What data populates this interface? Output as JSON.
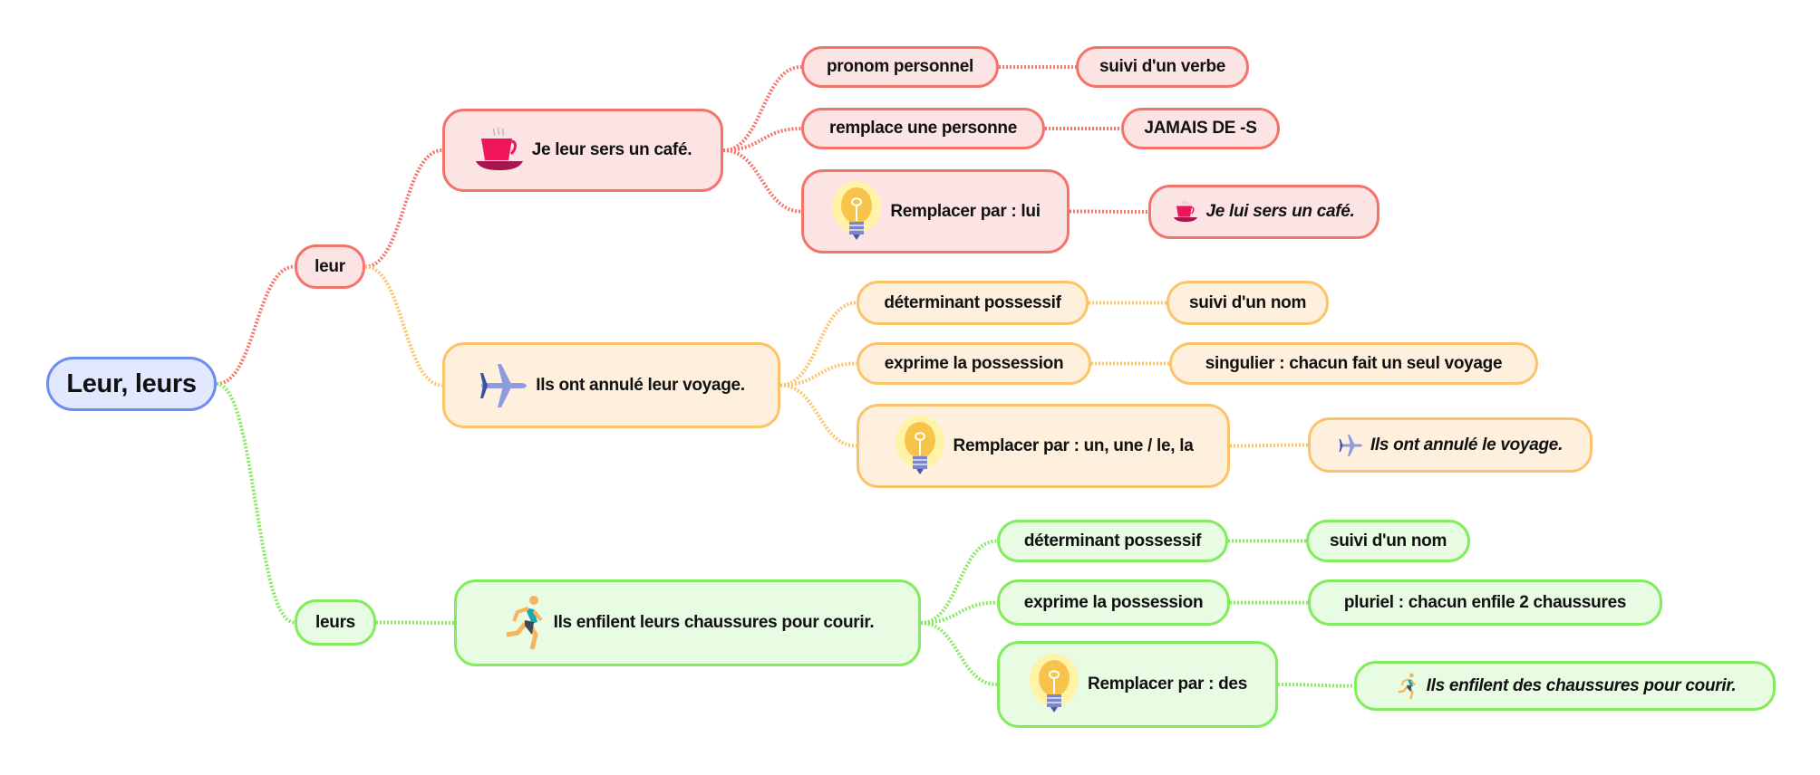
{
  "root": {
    "label": "Leur, leurs"
  },
  "leur": {
    "label": "leur",
    "pronoun": {
      "example": "Je leur sers un café.",
      "icon": "coffee-cup-icon",
      "items": [
        {
          "label": "pronom personnel",
          "detail": "suivi d'un verbe"
        },
        {
          "label": "remplace une personne",
          "detail": "JAMAIS DE -S"
        },
        {
          "label": "Remplacer par : lui",
          "detail": "Je lui sers un café.",
          "icon": "lightbulb-icon"
        }
      ]
    },
    "determiner": {
      "example": "Ils ont annulé leur voyage.",
      "icon": "airplane-icon",
      "items": [
        {
          "label": "déterminant possessif",
          "detail": "suivi d'un nom"
        },
        {
          "label": "exprime la possession",
          "detail": "singulier : chacun fait un seul voyage"
        },
        {
          "label": "Remplacer par : un, une / le, la",
          "detail": "Ils ont annulé le voyage.",
          "icon": "lightbulb-icon"
        }
      ]
    }
  },
  "leurs": {
    "label": "leurs",
    "determiner": {
      "example": "Ils enfilent leurs chaussures pour courir.",
      "icon": "runner-icon",
      "items": [
        {
          "label": "déterminant possessif",
          "detail": "suivi d'un nom"
        },
        {
          "label": "exprime la possession",
          "detail": "pluriel : chacun enfile 2 chaussures"
        },
        {
          "label": "Remplacer par : des",
          "detail": "Ils enfilent des chaussures pour courir.",
          "icon": "lightbulb-icon"
        }
      ]
    }
  },
  "colors": {
    "root": "#6b8cf0",
    "leur_pronoun": "#f4736b",
    "leur_determiner": "#fcc46a",
    "leurs": "#82ec5e"
  }
}
